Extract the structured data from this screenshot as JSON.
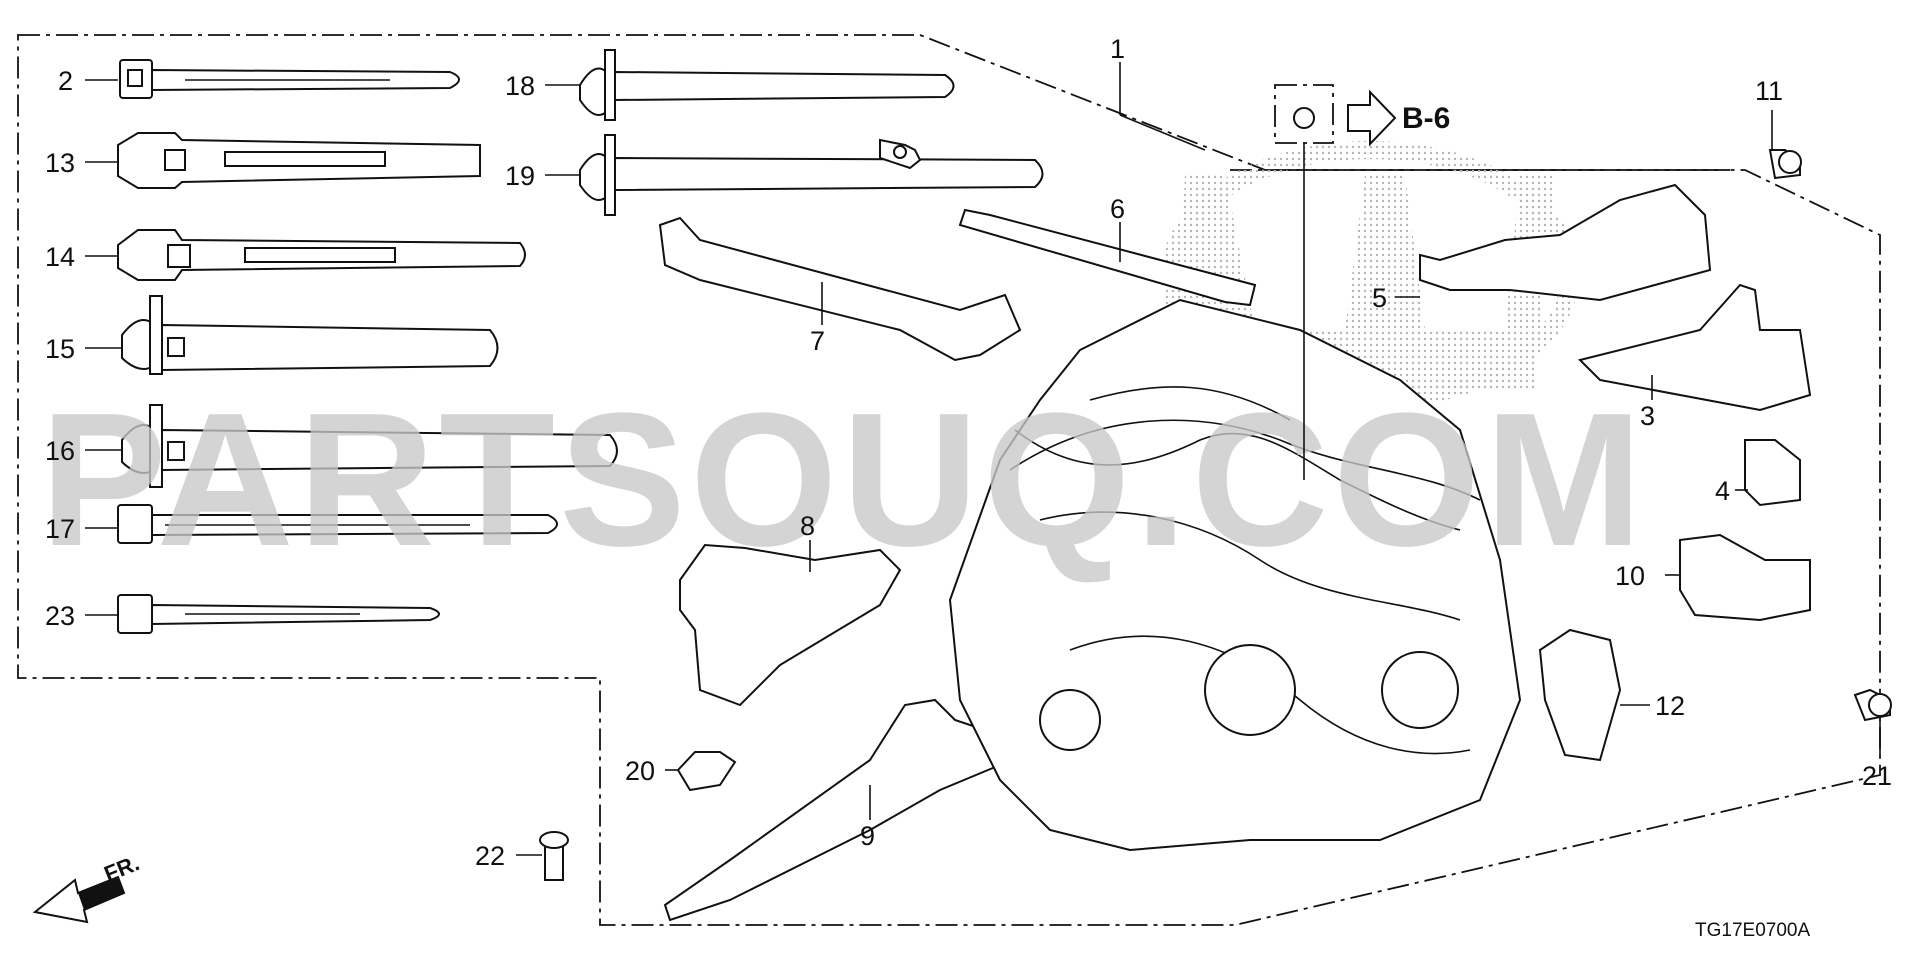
{
  "diagram": {
    "code": "TG17E0700A",
    "reference": "B-6",
    "direction_label": "FR.",
    "watermark": "PARTSOUQ.COM",
    "callouts": {
      "c1": "1",
      "c2": "2",
      "c3": "3",
      "c4": "4",
      "c5": "5",
      "c6": "6",
      "c7": "7",
      "c8": "8",
      "c9": "9",
      "c10": "10",
      "c11": "11",
      "c12": "12",
      "c13": "13",
      "c14": "14",
      "c15": "15",
      "c16": "16",
      "c17": "17",
      "c18": "18",
      "c19": "19",
      "c20": "20",
      "c21": "21",
      "c22": "22",
      "c23": "23"
    }
  }
}
